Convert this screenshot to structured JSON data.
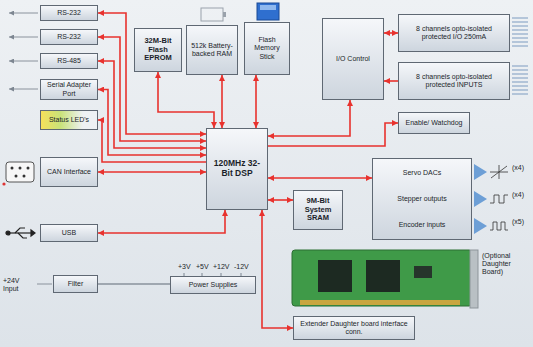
{
  "diagram": {
    "nodes": [
      {
        "text": [
          "RS-232"
        ]
      },
      {
        "text": [
          "RS-232"
        ]
      },
      {
        "text": [
          "RS-485"
        ]
      },
      {
        "text": [
          "Serial Adapter Port"
        ]
      },
      {
        "text": [
          "Status LED's"
        ]
      },
      {
        "text": [
          "CAN Interface"
        ]
      },
      {
        "text": [
          "USB"
        ]
      },
      {
        "text": [
          "Filter"
        ]
      },
      {
        "text": [
          "32M-Bit Flash EPROM"
        ]
      },
      {
        "text": [
          "512k Battery-backed RAM"
        ]
      },
      {
        "text": [
          "Flash Memory Stick"
        ]
      },
      {
        "text": [
          "I/O Control"
        ]
      },
      {
        "text": [
          "8 channels opto-isolated protected I/O 250mA"
        ]
      },
      {
        "text": [
          "8 channels opto-isolated protected INPUTS"
        ]
      },
      {
        "text": [
          "Enable/ Watchdog"
        ]
      },
      {
        "text": [
          "120MHz 32-Bit DSP"
        ]
      },
      {
        "text": [
          "9M-Bit System SRAM"
        ]
      },
      {
        "text": [
          "Servo DACs",
          "Stepper outputs",
          "Encoder inputs"
        ]
      },
      {
        "text": [
          "Power Supplies"
        ]
      },
      {
        "text": [
          "Extender Daughter board interface conn."
        ]
      }
    ],
    "edges": [
      {
        "from": 0,
        "to": 15,
        "arrow": "both"
      },
      {
        "from": 1,
        "to": 15,
        "arrow": "both"
      },
      {
        "from": 2,
        "to": 15,
        "arrow": "both"
      },
      {
        "from": 3,
        "to": 15,
        "arrow": "both"
      },
      {
        "from": 15,
        "to": 4,
        "arrow": "to"
      },
      {
        "from": 5,
        "to": 15,
        "arrow": "both"
      },
      {
        "from": 6,
        "to": 15,
        "arrow": "both"
      },
      {
        "from": 8,
        "to": 15,
        "arrow": "both"
      },
      {
        "from": 9,
        "to": 15,
        "arrow": "both"
      },
      {
        "from": 10,
        "to": 15,
        "arrow": "both"
      },
      {
        "from": 11,
        "to": 15,
        "arrow": "both"
      },
      {
        "from": 11,
        "to": 12,
        "arrow": "both"
      },
      {
        "from": 13,
        "to": 11,
        "arrow": "to"
      },
      {
        "from": 15,
        "to": 14,
        "arrow": "to"
      },
      {
        "from": 15,
        "to": 17,
        "arrow": "both"
      },
      {
        "from": 15,
        "to": 16,
        "arrow": "both"
      },
      {
        "from": 15,
        "to": 19,
        "arrow": "both"
      },
      {
        "from": 7,
        "to": 18,
        "arrow": "none"
      }
    ],
    "labels": [
      "(x4)",
      "(x4)",
      "(x5)",
      "+3V",
      "+5V",
      "+12V",
      "-12V",
      "+24V Input",
      "(Optional Daughter Board)"
    ]
  }
}
